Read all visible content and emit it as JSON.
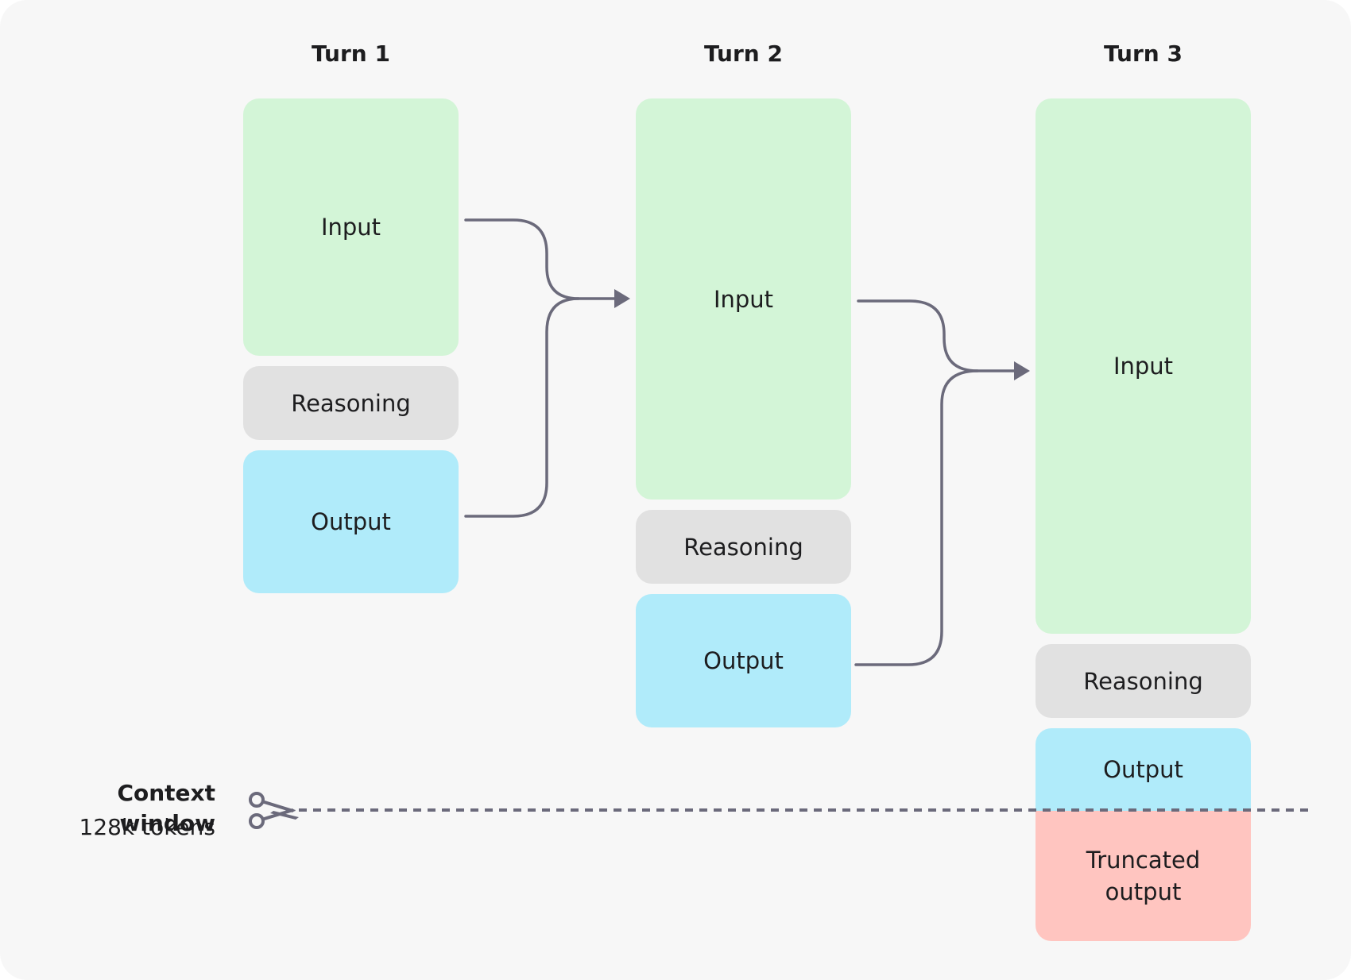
{
  "turns": [
    {
      "label": "Turn 1",
      "input_label": "Input",
      "reasoning_label": "Reasoning",
      "output_label": "Output"
    },
    {
      "label": "Turn 2",
      "input_label": "Input",
      "reasoning_label": "Reasoning",
      "output_label": "Output"
    },
    {
      "label": "Turn 3",
      "input_label": "Input",
      "reasoning_label": "Reasoning",
      "output_label": "Output",
      "truncated_label": "Truncated output"
    }
  ],
  "context_window": {
    "title": "Context window",
    "limit": "128k tokens",
    "icon": "scissors-icon"
  },
  "colors": {
    "background": "#f7f7f7",
    "input": "#d3f5d7",
    "reasoning": "#e1e1e1",
    "output": "#b0ebfa",
    "truncated": "#ffc5c0",
    "connector": "#6b6a7b"
  }
}
